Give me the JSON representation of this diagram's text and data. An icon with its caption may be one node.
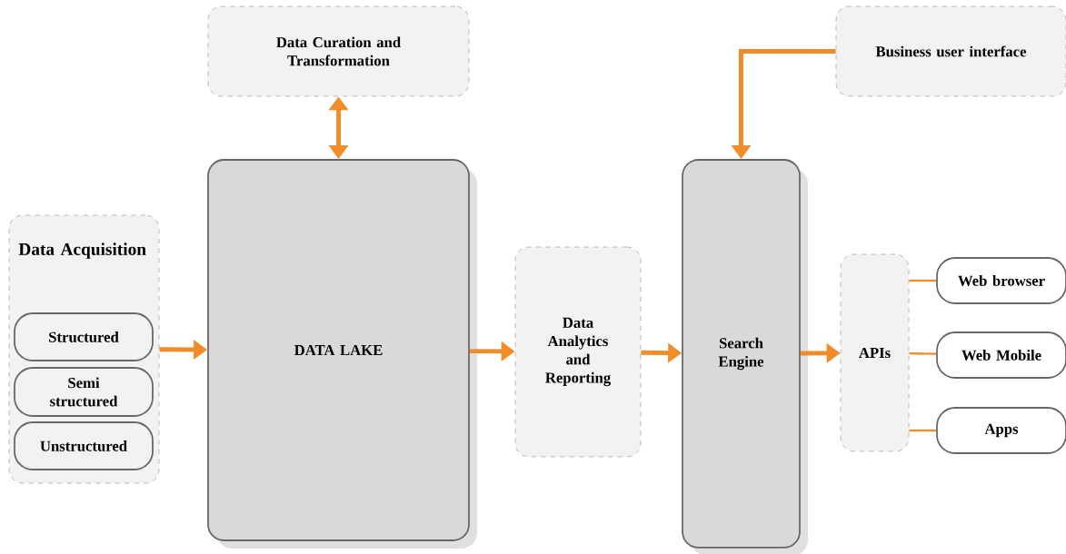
{
  "diagram": {
    "nodes": [
      {
        "text": [
          "Data Acquisition"
        ]
      },
      {
        "text": [
          "Structured"
        ],
        "in": 0
      },
      {
        "text": [
          "Semi structured"
        ],
        "in": 0
      },
      {
        "text": [
          "Unstructured"
        ],
        "in": 0
      },
      {
        "text": [
          "Data Curation and Transformation"
        ]
      },
      {
        "text": [
          "DATA LAKE"
        ]
      },
      {
        "text": [
          "Data Analytics and Reporting"
        ]
      },
      {
        "text": [
          "Search Engine"
        ]
      },
      {
        "text": [
          "Business user interface"
        ]
      },
      {
        "text": [
          "APIs"
        ]
      },
      {
        "text": [
          "Web browser"
        ]
      },
      {
        "text": [
          "Web Mobile"
        ]
      },
      {
        "text": [
          "Apps"
        ]
      }
    ],
    "edges": [
      {
        "from": 0,
        "to": 5,
        "arrow": "to"
      },
      {
        "from": 4,
        "to": 5,
        "arrow": "both"
      },
      {
        "from": 5,
        "to": 6,
        "arrow": "to"
      },
      {
        "from": 6,
        "to": 7,
        "arrow": "to"
      },
      {
        "from": 8,
        "to": 7,
        "arrow": "to"
      },
      {
        "from": 7,
        "to": 9,
        "arrow": "to"
      },
      {
        "from": 9,
        "to": 10,
        "arrow": "none"
      },
      {
        "from": 9,
        "to": 11,
        "arrow": "none"
      },
      {
        "from": 9,
        "to": 12,
        "arrow": "none"
      }
    ]
  }
}
